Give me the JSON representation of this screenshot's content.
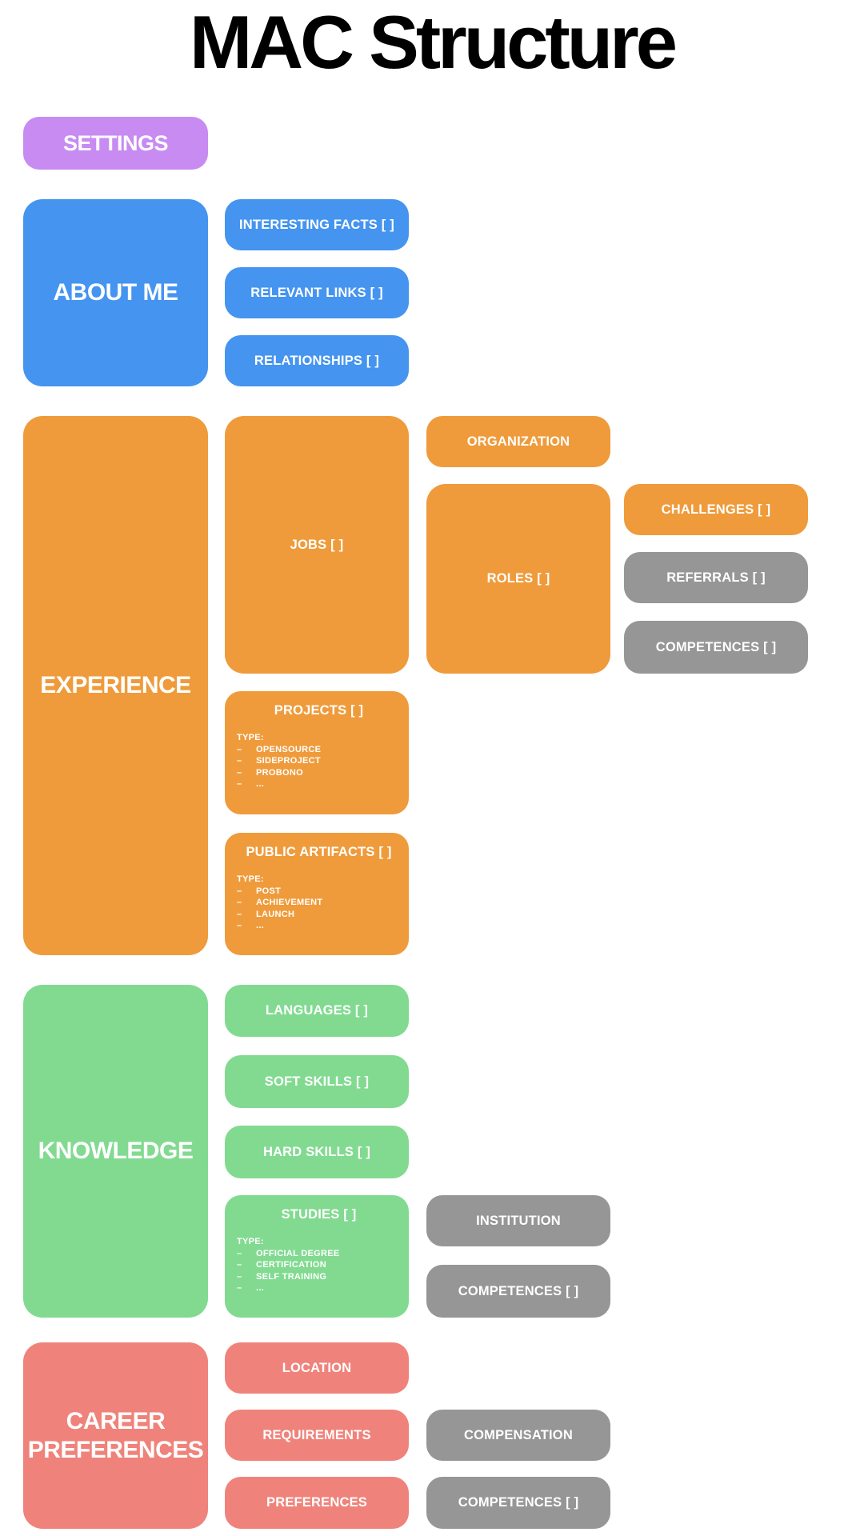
{
  "title": "MAC Structure",
  "colors": {
    "purple": "#c78bf1",
    "blue": "#4594f0",
    "orange": "#ef9b3b",
    "green": "#82da91",
    "salmon": "#ef837b",
    "gray": "#969696",
    "text": "#ffffff",
    "title_text": "#000000",
    "background": "#ffffff"
  },
  "settings": {
    "label": "SETTINGS"
  },
  "about": {
    "label": "ABOUT ME",
    "interesting_facts": "INTERESTING FACTS [ ]",
    "relevant_links": "RELEVANT LINKS [ ]",
    "relationships": "RELATIONSHIPS [ ]"
  },
  "experience": {
    "label": "EXPERIENCE",
    "jobs": {
      "label": "JOBS [ ]"
    },
    "organization": {
      "label": "ORGANIZATION"
    },
    "roles": {
      "label": "ROLES [ ]"
    },
    "challenges": {
      "label": "CHALLENGES [ ]"
    },
    "referrals": {
      "label": "REFERRALS [ ]"
    },
    "competences": {
      "label": "COMPETENCES [ ]"
    },
    "projects": {
      "label": "PROJECTS [ ]",
      "type_label": "TYPE:",
      "types": [
        "OPENSOURCE",
        "SIDEPROJECT",
        "PROBONO",
        "..."
      ]
    },
    "public_artifacts": {
      "label": "PUBLIC ARTIFACTS [ ]",
      "type_label": "TYPE:",
      "types": [
        "POST",
        "ACHIEVEMENT",
        "LAUNCH",
        "..."
      ]
    }
  },
  "knowledge": {
    "label": "KNOWLEDGE",
    "languages": {
      "label": "LANGUAGES [ ]"
    },
    "soft_skills": {
      "label": "SOFT SKILLS [ ]"
    },
    "hard_skills": {
      "label": "HARD SKILLS [ ]"
    },
    "studies": {
      "label": "STUDIES [ ]",
      "type_label": "TYPE:",
      "types": [
        "OFFICIAL DEGREE",
        "CERTIFICATION",
        "SELF TRAINING",
        "..."
      ]
    },
    "institution": {
      "label": "INSTITUTION"
    },
    "competences": {
      "label": "COMPETENCES [ ]"
    }
  },
  "career": {
    "label": "CAREER PREFERENCES",
    "location": {
      "label": "LOCATION"
    },
    "requirements": {
      "label": "REQUIREMENTS"
    },
    "preferences": {
      "label": "PREFERENCES"
    },
    "compensation": {
      "label": "COMPENSATION"
    },
    "competences": {
      "label": "COMPETENCES [ ]"
    }
  }
}
